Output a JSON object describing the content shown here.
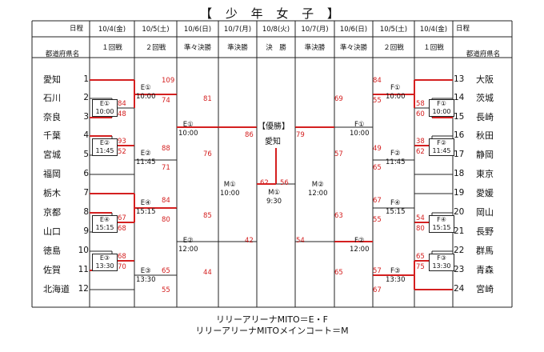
{
  "title": "【 少 年 女 子 】",
  "headers": {
    "schedule": "日程",
    "prefecture": "都道府県名",
    "dates": [
      "10/4(金)",
      "10/5(土)",
      "10/6(日)",
      "10/7(月)",
      "10/8(火)",
      "10/7(月)",
      "10/6(日)",
      "10/5(土)",
      "10/4(金)"
    ],
    "rounds": [
      "１回戦",
      "２回戦",
      "準々決勝",
      "準決勝",
      "決　勝",
      "準決勝",
      "準々決勝",
      "２回戦",
      "１回戦"
    ]
  },
  "left_teams": [
    {
      "name": "愛知",
      "seed": "1"
    },
    {
      "name": "石川",
      "seed": "2"
    },
    {
      "name": "奈良",
      "seed": "3"
    },
    {
      "name": "千葉",
      "seed": "4"
    },
    {
      "name": "宮城",
      "seed": "5"
    },
    {
      "name": "福岡",
      "seed": "6"
    },
    {
      "name": "栃木",
      "seed": "7"
    },
    {
      "name": "京都",
      "seed": "8"
    },
    {
      "name": "山口",
      "seed": "9"
    },
    {
      "name": "徳島",
      "seed": "10"
    },
    {
      "name": "佐賀",
      "seed": "11"
    },
    {
      "name": "北海道",
      "seed": "12"
    }
  ],
  "right_teams": [
    {
      "name": "大阪",
      "seed": "13"
    },
    {
      "name": "茨城",
      "seed": "14"
    },
    {
      "name": "長崎",
      "seed": "15"
    },
    {
      "name": "秋田",
      "seed": "16"
    },
    {
      "name": "静岡",
      "seed": "17"
    },
    {
      "name": "東京",
      "seed": "18"
    },
    {
      "name": "愛媛",
      "seed": "19"
    },
    {
      "name": "岡山",
      "seed": "20"
    },
    {
      "name": "長野",
      "seed": "21"
    },
    {
      "name": "群馬",
      "seed": "22"
    },
    {
      "name": "青森",
      "seed": "23"
    },
    {
      "name": "宮崎",
      "seed": "24"
    }
  ],
  "matches": [
    {
      "id": "E1a",
      "label": "E①",
      "time": "10:00",
      "top": "84",
      "bottom": "48"
    },
    {
      "id": "E2a",
      "label": "E②",
      "time": "11:45",
      "top": "93",
      "bottom": "52"
    },
    {
      "id": "E4a",
      "label": "E④",
      "time": "15:15",
      "top": "67",
      "bottom": "68"
    },
    {
      "id": "E3a",
      "label": "E③",
      "time": "13:30",
      "top": "68",
      "bottom": "70"
    },
    {
      "id": "E1b",
      "label": "E①",
      "time": "10:00",
      "top": "109",
      "bottom": "74"
    },
    {
      "id": "E2b",
      "label": "E②",
      "time": "11:45",
      "top": "88",
      "bottom": "71"
    },
    {
      "id": "E4b",
      "label": "E④",
      "time": "15:15",
      "top": "84",
      "bottom": "80"
    },
    {
      "id": "E3b",
      "label": "E③",
      "time": "13:30",
      "top": "65",
      "bottom": "55"
    },
    {
      "id": "E1c",
      "label": "E①",
      "time": "10:00",
      "top": "81",
      "bottom": "76"
    },
    {
      "id": "E2c",
      "label": "E②",
      "time": "12:00",
      "top": "85",
      "bottom": "44"
    },
    {
      "id": "M1L",
      "label": "M①",
      "time": "10:00",
      "top": "86",
      "bottom": "42"
    },
    {
      "id": "F1a",
      "label": "F①",
      "time": "10:00",
      "top": "58",
      "bottom": "60"
    },
    {
      "id": "F2a",
      "label": "F②",
      "time": "11:45",
      "top": "38",
      "bottom": "62"
    },
    {
      "id": "F4a",
      "label": "F④",
      "time": "15:15",
      "top": "54",
      "bottom": "80"
    },
    {
      "id": "F3a",
      "label": "F③",
      "time": "13:30",
      "top": "65",
      "bottom": "75"
    },
    {
      "id": "F1b",
      "label": "F①",
      "time": "10:00",
      "top": "84",
      "bottom": "55"
    },
    {
      "id": "F2b",
      "label": "F②",
      "time": "11:45",
      "top": "49",
      "bottom": "65"
    },
    {
      "id": "F4b",
      "label": "F④",
      "time": "15:15",
      "top": "67",
      "bottom": "55"
    },
    {
      "id": "F3b",
      "label": "F③",
      "time": "13:30",
      "top": "57",
      "bottom": "67"
    },
    {
      "id": "F1c",
      "label": "F①",
      "time": "10:00",
      "top": "69",
      "bottom": "57"
    },
    {
      "id": "F2c",
      "label": "F②",
      "time": "12:00",
      "top": "63",
      "bottom": "65"
    },
    {
      "id": "M2R",
      "label": "M②",
      "time": "12:00",
      "top": "79",
      "bottom": "54"
    },
    {
      "id": "FINAL",
      "label": "M①",
      "time": "9:30",
      "top": "62",
      "bottom": "56"
    }
  ],
  "champion": {
    "label": "【優勝】",
    "name": "愛知"
  },
  "footer": [
    "リリーアリーナMITO＝E・F",
    "リリーアリーナMITOメインコート＝M"
  ],
  "colors": {
    "win": "#d42020",
    "line": "#222222"
  }
}
